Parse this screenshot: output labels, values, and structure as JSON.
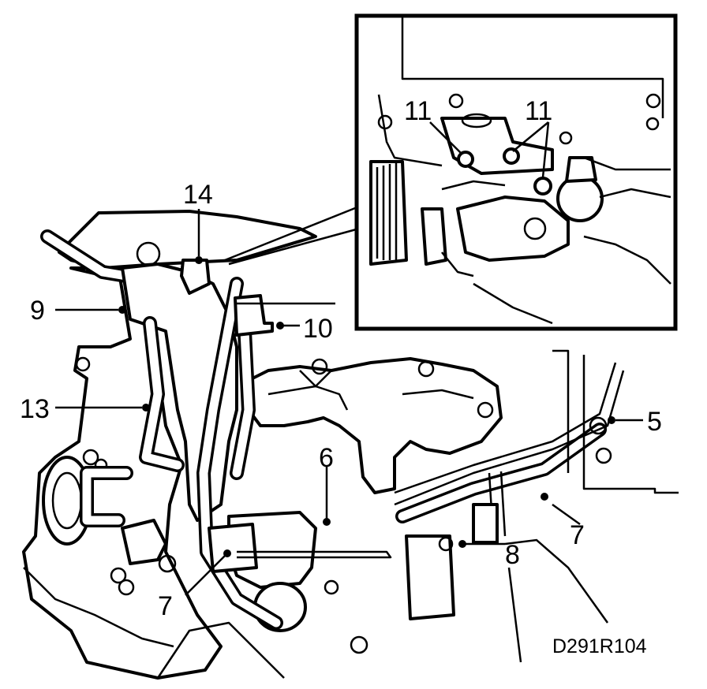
{
  "labels": {
    "l14": "14",
    "l9": "9",
    "l10": "10",
    "l13": "13",
    "l5": "5",
    "l6": "6",
    "l7a": "7",
    "l7b": "7",
    "l8": "8",
    "l11a": "11",
    "l11b": "11"
  },
  "reference": "D291R104"
}
